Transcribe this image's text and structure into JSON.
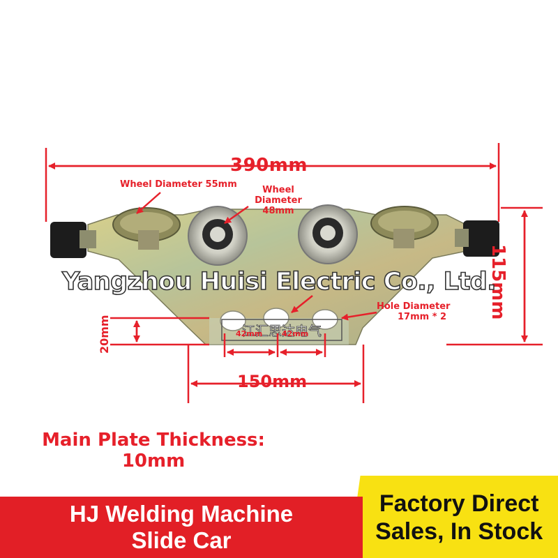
{
  "dimensions": {
    "width": "390mm",
    "height": "115mm",
    "depth": "20mm",
    "spacing": "150mm",
    "hole_gap_left": "42mm",
    "hole_gap_right": "42mm"
  },
  "labels": {
    "wheel_55": "Wheel Diameter 55mm",
    "wheel_48_line1": "Wheel",
    "wheel_48_line2": "Diameter",
    "wheel_48_line3": "48mm",
    "hole_line1": "Hole Diameter",
    "hole_line2": "17mm * 2"
  },
  "watermark": "Yangzhou Huisi Electric Co., Ltd.",
  "stamp": "江汇思达电气",
  "plate_thickness": {
    "line1": "Main Plate Thickness:",
    "line2": "10mm"
  },
  "banner_left": {
    "line1": "HJ Welding Machine",
    "line2": "Slide Car"
  },
  "banner_right": {
    "line1": "Factory Direct",
    "line2": "Sales, In Stock"
  },
  "colors": {
    "dimension_red": "#e6202a",
    "banner_red": "#e21f26",
    "banner_yellow": "#f8e112",
    "plate_metal": "#c9c27a",
    "tire_black": "#1c1c1c"
  }
}
